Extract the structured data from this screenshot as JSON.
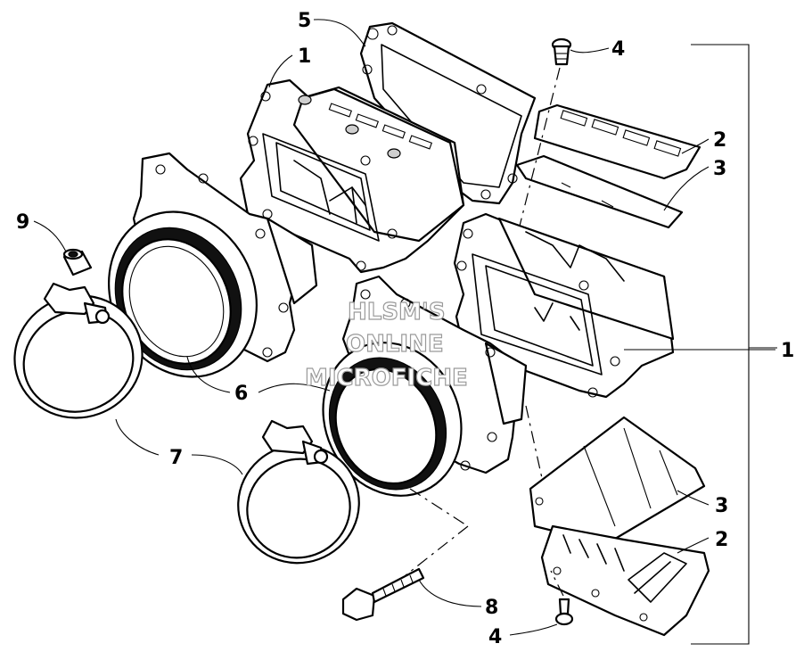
{
  "callouts": {
    "c1_top": "1",
    "c1_right": "1",
    "c2_top": "2",
    "c2_bottom": "2",
    "c3_top": "3",
    "c3_bottom": "3",
    "c4_top": "4",
    "c4_bottom": "4",
    "c5": "5",
    "c6": "6",
    "c7": "7",
    "c8": "8",
    "c9": "9"
  },
  "watermark": {
    "line1": "HLSM'S",
    "line2": "ONLINE",
    "line3": "MICROFICHE"
  }
}
